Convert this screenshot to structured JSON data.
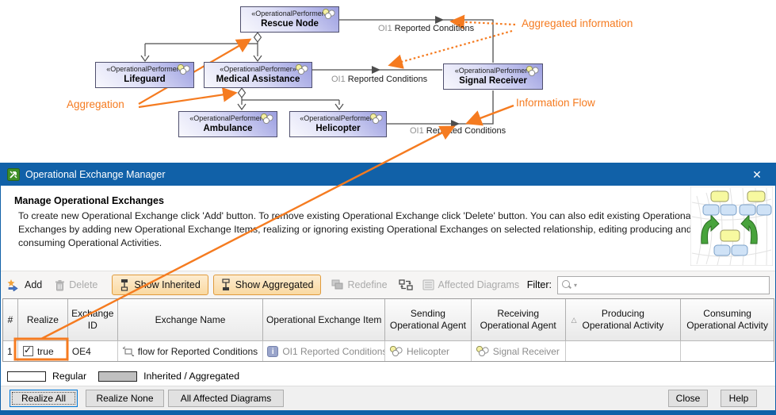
{
  "diagram": {
    "stereotype": "«OperationalPerformer»",
    "nodes": {
      "rescue": "Rescue Node",
      "lifeguard": "Lifeguard",
      "medical": "Medical Assistance",
      "signal": "Signal Receiver",
      "ambulance": "Ambulance",
      "helicopter": "Helicopter"
    },
    "flow": {
      "prefix": "OI1",
      "name": "Reported Conditions"
    },
    "annotations": {
      "aggregated_information": "Aggregated information",
      "aggregation": "Aggregation",
      "information_flow": "Information Flow"
    },
    "colors": {
      "annotation_orange": "#f57b20",
      "line_gray": "#4d4d4d"
    }
  },
  "dialog": {
    "title": "Operational Exchange Manager",
    "heading": "Manage Operational Exchanges",
    "description": [
      "To create new Operational Exchange click 'Add' button. To remove existing Operational Exchange click 'Delete' button. You can also edit existing Operational",
      "Exchanges by adding new Operational Exchange Items, realizing or ignoring existing Operational Exchanges on selected relationship, editing producing and",
      "consuming Operational Activities."
    ],
    "toolbar": {
      "add": "Add",
      "delete": "Delete",
      "show_inherited": "Show Inherited",
      "show_aggregated": "Show Aggregated",
      "redefine": "Redefine",
      "affected_diagrams": "Affected Diagrams",
      "filter_label": "Filter:",
      "filter_value": ""
    },
    "table": {
      "headers": [
        {
          "l1": "#",
          "l2": ""
        },
        {
          "l1": "Realize",
          "l2": ""
        },
        {
          "l1": "Exchange",
          "l2": "ID"
        },
        {
          "l1": "Exchange Name",
          "l2": ""
        },
        {
          "l1": "Operational Exchange Item",
          "l2": ""
        },
        {
          "l1": "Sending",
          "l2": "Operational Agent"
        },
        {
          "l1": "Receiving",
          "l2": "Operational Agent"
        },
        {
          "l1": "Producing",
          "l2": "Operational Activity"
        },
        {
          "l1": "Consuming",
          "l2": "Operational Activity"
        }
      ],
      "row": {
        "num": "1",
        "realize": "true",
        "exchange_id": "OE4",
        "exchange_name": "flow for Reported Conditions",
        "item": "OI1 Reported Conditions",
        "sending": "Helicopter",
        "receiving": "Signal Receiver",
        "producing": "",
        "consuming": ""
      }
    },
    "legend": {
      "regular": "Regular",
      "inherited": "Inherited / Aggregated"
    },
    "buttons": {
      "realize_all": "Realize All",
      "realize_none": "Realize None",
      "all_affected_diagrams": "All Affected Diagrams",
      "close": "Close",
      "help": "Help"
    },
    "colors": {
      "titlebar_blue": "#1161a8",
      "highlight_orange": "#f57b20"
    }
  },
  "icons": {
    "close": "✕",
    "check": "✓",
    "info": "i",
    "sort_asc": "△",
    "filter_caret": "▾"
  }
}
